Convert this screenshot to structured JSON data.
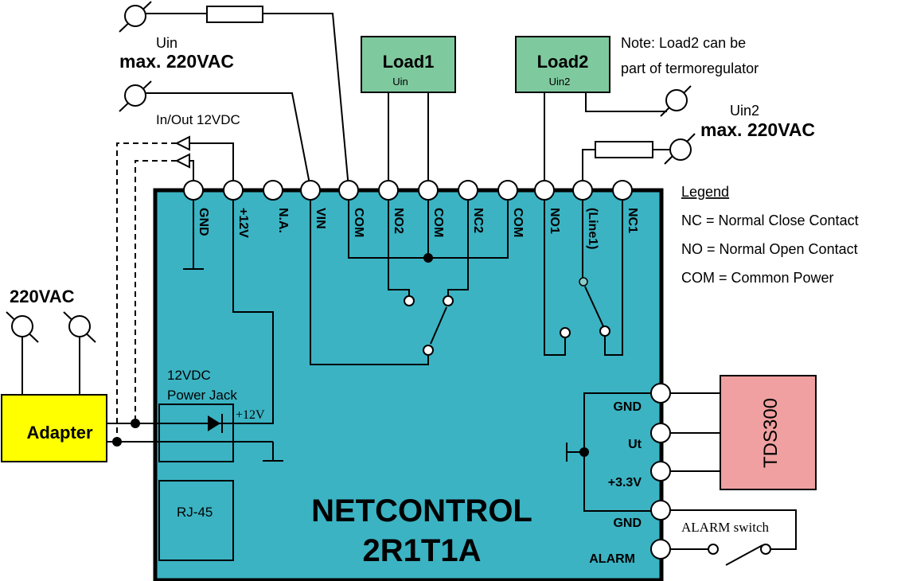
{
  "colors": {
    "board": "#3bb3c3",
    "load": "#7fc99f",
    "adapter": "#ffff00",
    "sensor": "#f0a0a0"
  },
  "uin": {
    "label": "Uin",
    "max": "max. 220VAC"
  },
  "uin2": {
    "label": "Uin2",
    "max": "max. 220VAC"
  },
  "inout": "In/Out 12VDC",
  "load1": {
    "title": "Load1",
    "sub": "Uin"
  },
  "load2": {
    "title": "Load2",
    "sub": "Uin2"
  },
  "note": {
    "line1": "Note: Load2 can be",
    "line2": "part of termoregulator"
  },
  "legend": {
    "title": "Legend",
    "nc": "NC = Normal Close Contact",
    "no": "NO = Normal Open Contact",
    "com": "COM = Common Power"
  },
  "terminals": [
    "GND",
    "+12V",
    "N.A.",
    "VIN",
    "COM",
    "NO2",
    "COM",
    "NC2",
    "COM",
    "NO1",
    "(Line1)",
    "NC1"
  ],
  "mains": "220VAC",
  "adapter": "Adapter",
  "jack": {
    "line1": "12VDC",
    "line2": "Power Jack",
    "v": "+12V"
  },
  "rj45": "RJ-45",
  "device": {
    "name": "NETCONTROL",
    "model": "2R1T1A"
  },
  "right_terms": {
    "gnd1": "GND",
    "ut": "Ut",
    "v33": "+3.3V",
    "gnd2": "GND",
    "alarm": "ALARM"
  },
  "sensor": "TDS300",
  "alarm_switch": "ALARM switch"
}
